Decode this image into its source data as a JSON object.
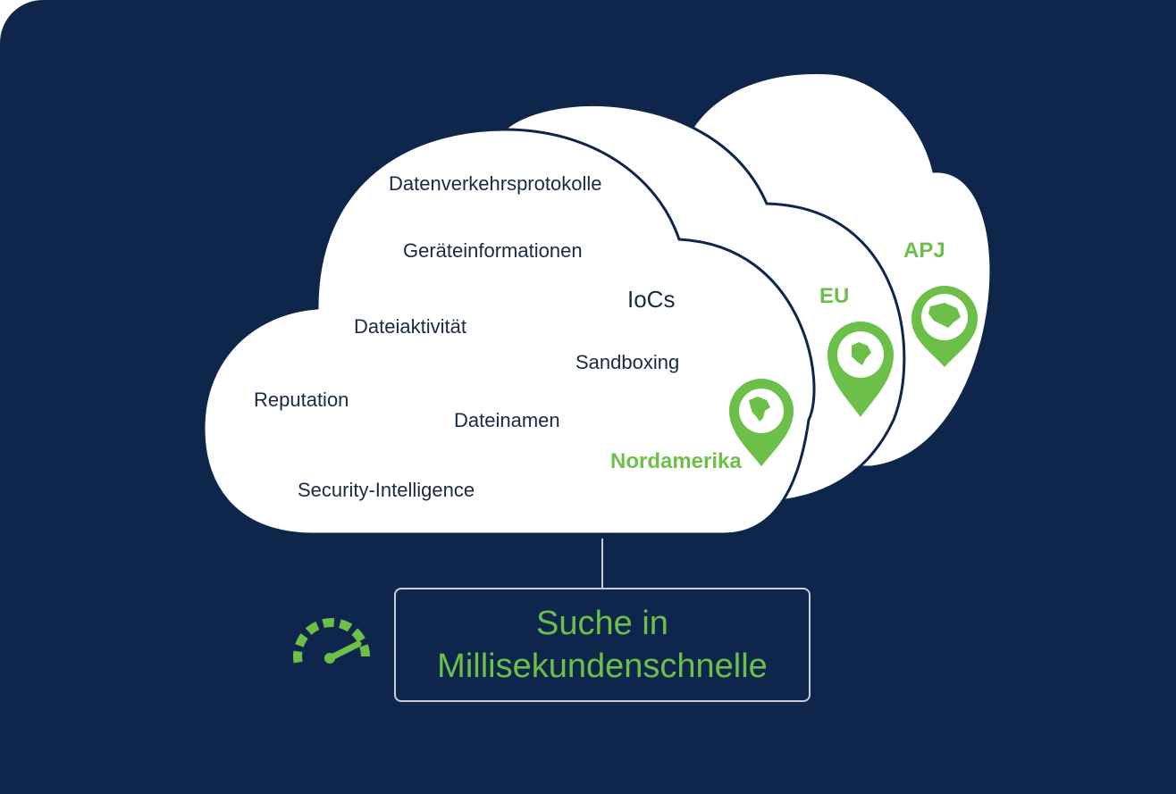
{
  "colors": {
    "background": "#0e264c",
    "cloud_fill": "#ffffff",
    "cloud_outline": "#0e264c",
    "accent_green": "#6cc04a",
    "text_dark": "#1a2a44",
    "connector": "#c9ced6"
  },
  "cloud_labels": {
    "traffic_logs": "Datenverkehrsprotokolle",
    "device_info": "Geräteinformationen",
    "iocs": "IoCs",
    "file_activity": "Dateiaktivität",
    "sandboxing": "Sandboxing",
    "reputation": "Reputation",
    "file_names": "Dateinamen",
    "security_intelligence": "Security-Intelligence"
  },
  "regions": {
    "north_america": {
      "label": "Nordamerika",
      "icon": "north-america-globe-pin-icon"
    },
    "eu": {
      "label": "EU",
      "icon": "europe-globe-pin-icon"
    },
    "apj": {
      "label": "APJ",
      "icon": "asia-globe-pin-icon"
    }
  },
  "search_box": {
    "line1": "Suche in",
    "line2": "Millisekundenschnelle",
    "icon": "speedometer-icon"
  }
}
